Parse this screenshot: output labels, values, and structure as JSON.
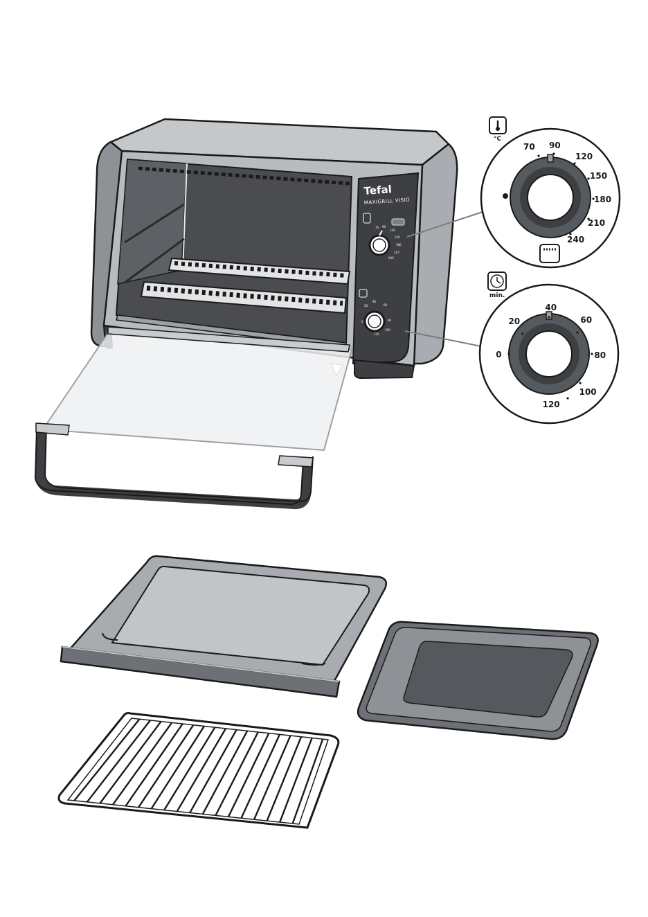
{
  "oven": {
    "brand": "Tefal",
    "model": "MAXIGRILL VISIO",
    "door_text_line1": "",
    "door_text_line2": ""
  },
  "temperature_dial": {
    "unit": "°C",
    "labels": [
      "70",
      "90",
      "120",
      "150",
      "180",
      "210",
      "240"
    ],
    "icon": "thermometer-icon",
    "bottom_icon": "grill-element-icon"
  },
  "timer_dial": {
    "unit": "min.",
    "labels": [
      "0",
      "20",
      "40",
      "60",
      "80",
      "100",
      "120"
    ],
    "icon": "clock-icon"
  },
  "accessories": [
    "baking-tray",
    "drip-pan",
    "wire-rack"
  ],
  "colors": {
    "body": "#b9bcbf",
    "body_dark": "#8e9296",
    "panel": "#3d3f42",
    "dial_ring": "#555a5f",
    "tray": "#a8acb0",
    "outline": "#1a1a1a"
  }
}
